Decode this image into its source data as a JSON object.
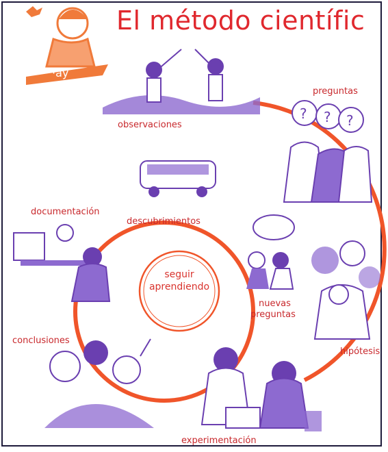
{
  "title": "El método científic",
  "labels": {
    "observaciones": "observaciones",
    "preguntas": "preguntas",
    "hipotesis": "hipótesis",
    "experimentacion": "experimentación",
    "conclusiones": "conclusiones",
    "documentacion": "documentación",
    "descubrimientos": "descubrimientos",
    "nuevas_preguntas_1": "nuevas",
    "nuevas_preguntas_2": "preguntas",
    "seguir_1": "seguir",
    "seguir_2": "aprendiendo"
  },
  "colors": {
    "title": "#e0282e",
    "labels": "#c8282c",
    "cycle": "#f0552a",
    "illustration": "#6a3fb0",
    "logo": "#f07a3a"
  },
  "icons": [
    "bird-icon",
    "scientist-logo-icon",
    "question-marks-icon"
  ]
}
